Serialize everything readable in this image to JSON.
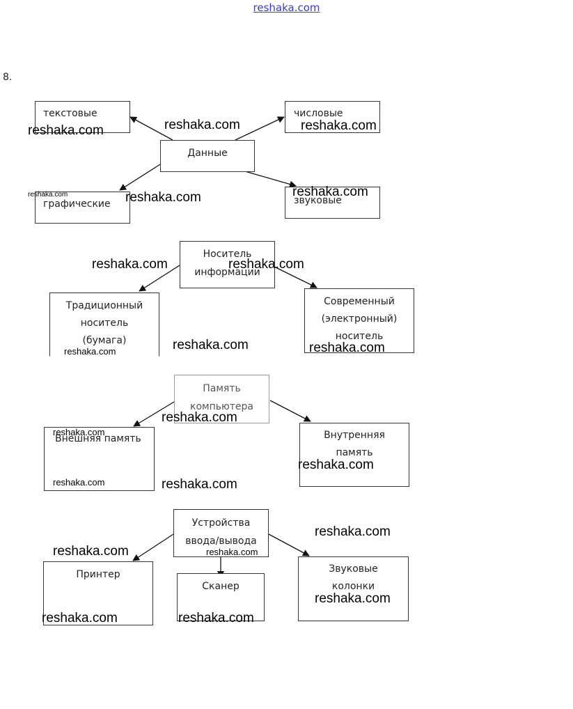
{
  "header": {
    "site_link": "reshaka.com"
  },
  "question_number": "8.",
  "diagrams": [
    {
      "center": "Данные",
      "children": [
        "текстовые",
        "числовые",
        "графические",
        "звуковые"
      ]
    },
    {
      "center": "Носитель информации",
      "children": [
        "Традиционный носитель (бумага)",
        "Современный (электронный) носитель"
      ]
    },
    {
      "center": "Память компьютера",
      "children": [
        "Внешняя память",
        "Внутренняя память"
      ]
    },
    {
      "center": "Устройства ввода/вывода",
      "children": [
        "Принтер",
        "Сканер",
        "Звуковые колонки"
      ]
    }
  ],
  "watermark": "reshaka.com"
}
